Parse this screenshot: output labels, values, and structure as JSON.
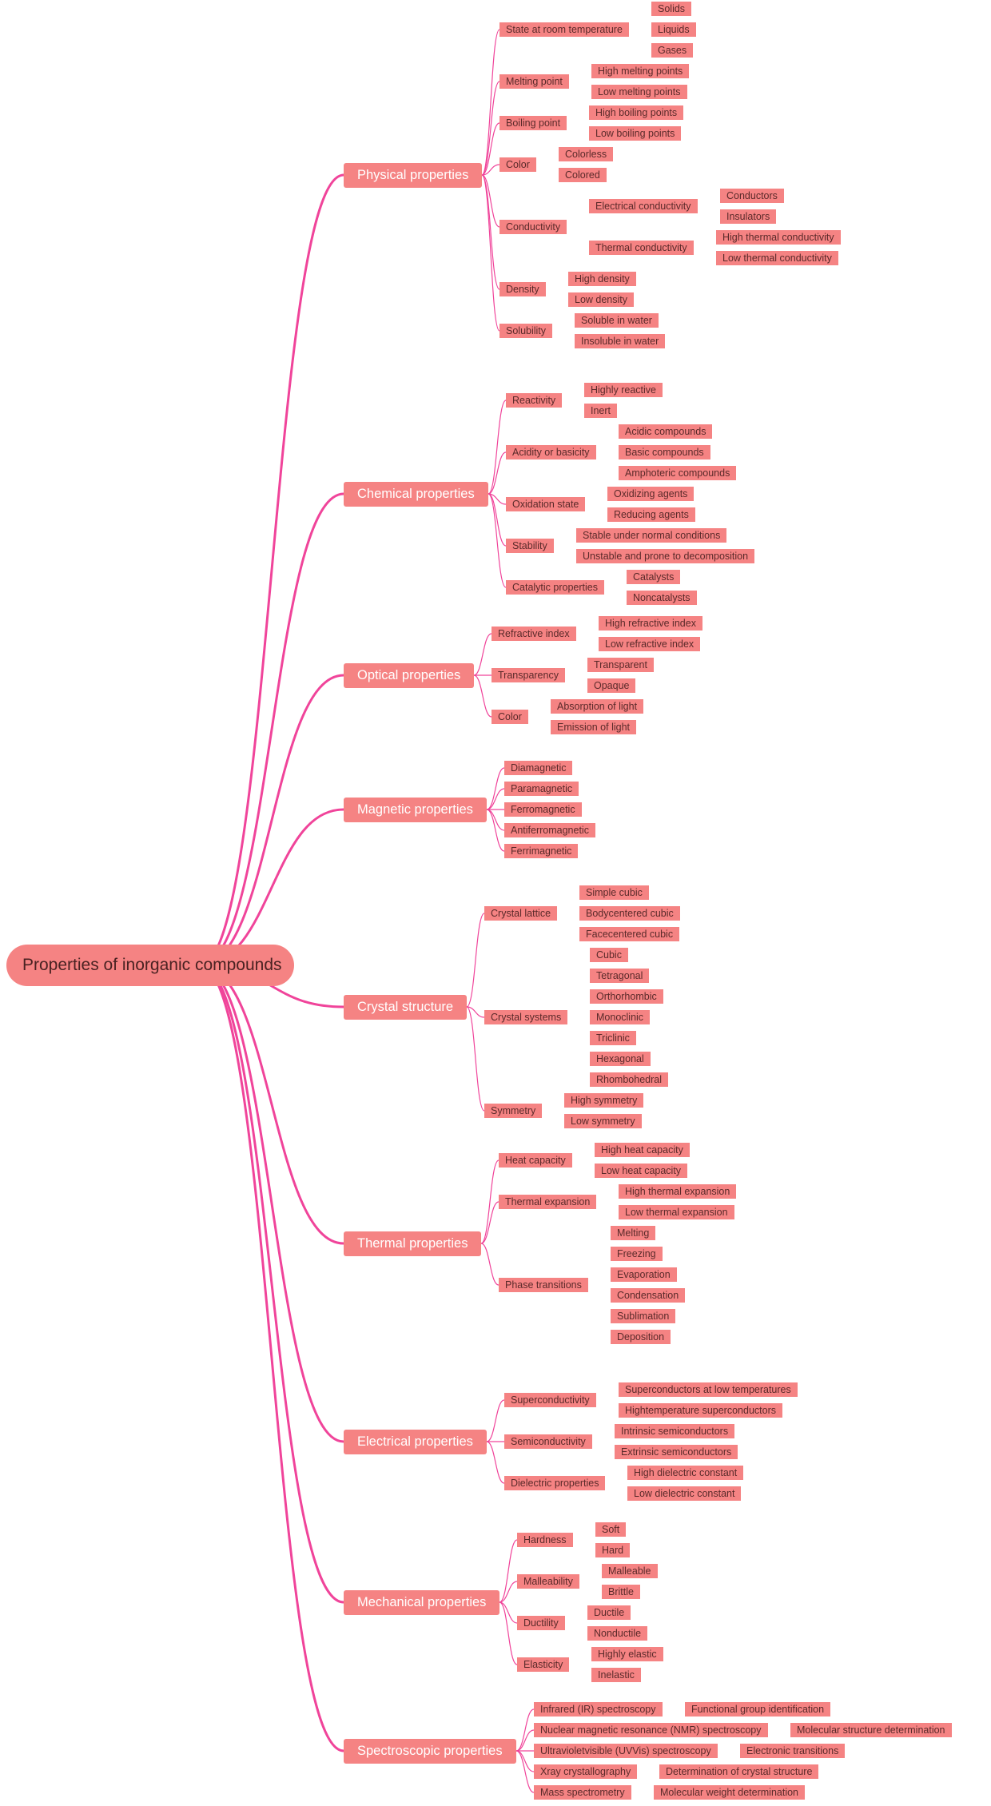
{
  "root": "Properties of inorganic compounds",
  "colors": {
    "node_fill": "#f58383",
    "branch_line": "#f0449a",
    "l2_text": "#ffffff",
    "leaf_text": "#5a2a2a"
  },
  "branches": [
    {
      "label": "Physical properties",
      "children": [
        {
          "label": "State at room temperature",
          "children": [
            {
              "label": "Solids"
            },
            {
              "label": "Liquids"
            },
            {
              "label": "Gases"
            }
          ]
        },
        {
          "label": "Melting point",
          "children": [
            {
              "label": "High melting points"
            },
            {
              "label": "Low melting points"
            }
          ]
        },
        {
          "label": "Boiling point",
          "children": [
            {
              "label": "High boiling points"
            },
            {
              "label": "Low boiling points"
            }
          ]
        },
        {
          "label": "Color",
          "children": [
            {
              "label": "Colorless"
            },
            {
              "label": "Colored"
            }
          ]
        },
        {
          "label": "Conductivity",
          "children": [
            {
              "label": "Electrical conductivity",
              "children": [
                {
                  "label": "Conductors"
                },
                {
                  "label": "Insulators"
                }
              ]
            },
            {
              "label": "Thermal conductivity",
              "children": [
                {
                  "label": "High thermal conductivity"
                },
                {
                  "label": "Low thermal conductivity"
                }
              ]
            }
          ]
        },
        {
          "label": "Density",
          "children": [
            {
              "label": "High density"
            },
            {
              "label": "Low density"
            }
          ]
        },
        {
          "label": "Solubility",
          "children": [
            {
              "label": "Soluble in water"
            },
            {
              "label": "Insoluble in water"
            }
          ]
        }
      ]
    },
    {
      "label": "Chemical properties",
      "children": [
        {
          "label": "Reactivity",
          "children": [
            {
              "label": "Highly reactive"
            },
            {
              "label": "Inert"
            }
          ]
        },
        {
          "label": "Acidity or basicity",
          "children": [
            {
              "label": "Acidic compounds"
            },
            {
              "label": "Basic compounds"
            },
            {
              "label": "Amphoteric compounds"
            }
          ]
        },
        {
          "label": "Oxidation state",
          "children": [
            {
              "label": "Oxidizing agents"
            },
            {
              "label": "Reducing agents"
            }
          ]
        },
        {
          "label": "Stability",
          "children": [
            {
              "label": "Stable under normal conditions"
            },
            {
              "label": "Unstable and prone to decomposition"
            }
          ]
        },
        {
          "label": "Catalytic properties",
          "children": [
            {
              "label": "Catalysts"
            },
            {
              "label": "Noncatalysts"
            }
          ]
        }
      ]
    },
    {
      "label": "Optical properties",
      "children": [
        {
          "label": "Refractive index",
          "children": [
            {
              "label": "High refractive index"
            },
            {
              "label": "Low refractive index"
            }
          ]
        },
        {
          "label": "Transparency",
          "children": [
            {
              "label": "Transparent"
            },
            {
              "label": "Opaque"
            }
          ]
        },
        {
          "label": "Color",
          "children": [
            {
              "label": "Absorption of light"
            },
            {
              "label": "Emission of light"
            }
          ]
        }
      ]
    },
    {
      "label": "Magnetic properties",
      "children": [
        {
          "label": "Diamagnetic"
        },
        {
          "label": "Paramagnetic"
        },
        {
          "label": "Ferromagnetic"
        },
        {
          "label": "Antiferromagnetic"
        },
        {
          "label": "Ferrimagnetic"
        }
      ]
    },
    {
      "label": "Crystal structure",
      "children": [
        {
          "label": "Crystal lattice",
          "children": [
            {
              "label": "Simple cubic"
            },
            {
              "label": "Bodycentered cubic"
            },
            {
              "label": "Facecentered cubic"
            }
          ]
        },
        {
          "label": "Crystal systems",
          "children": [
            {
              "label": "Cubic"
            },
            {
              "label": "Tetragonal"
            },
            {
              "label": "Orthorhombic"
            },
            {
              "label": "Monoclinic"
            },
            {
              "label": "Triclinic"
            },
            {
              "label": "Hexagonal"
            },
            {
              "label": "Rhombohedral"
            }
          ]
        },
        {
          "label": "Symmetry",
          "children": [
            {
              "label": "High symmetry"
            },
            {
              "label": "Low symmetry"
            }
          ]
        }
      ]
    },
    {
      "label": "Thermal properties",
      "children": [
        {
          "label": "Heat capacity",
          "children": [
            {
              "label": "High heat capacity"
            },
            {
              "label": "Low heat capacity"
            }
          ]
        },
        {
          "label": "Thermal expansion",
          "children": [
            {
              "label": "High thermal expansion"
            },
            {
              "label": "Low thermal expansion"
            }
          ]
        },
        {
          "label": "Phase transitions",
          "children": [
            {
              "label": "Melting"
            },
            {
              "label": "Freezing"
            },
            {
              "label": "Evaporation"
            },
            {
              "label": "Condensation"
            },
            {
              "label": "Sublimation"
            },
            {
              "label": "Deposition"
            }
          ]
        }
      ]
    },
    {
      "label": "Electrical properties",
      "children": [
        {
          "label": "Superconductivity",
          "children": [
            {
              "label": "Superconductors at low temperatures"
            },
            {
              "label": "Hightemperature superconductors"
            }
          ]
        },
        {
          "label": "Semiconductivity",
          "children": [
            {
              "label": "Intrinsic semiconductors"
            },
            {
              "label": "Extrinsic semiconductors"
            }
          ]
        },
        {
          "label": "Dielectric properties",
          "children": [
            {
              "label": "High dielectric constant"
            },
            {
              "label": "Low dielectric constant"
            }
          ]
        }
      ]
    },
    {
      "label": "Mechanical properties",
      "children": [
        {
          "label": "Hardness",
          "children": [
            {
              "label": "Soft"
            },
            {
              "label": "Hard"
            }
          ]
        },
        {
          "label": "Malleability",
          "children": [
            {
              "label": "Malleable"
            },
            {
              "label": "Brittle"
            }
          ]
        },
        {
          "label": "Ductility",
          "children": [
            {
              "label": "Ductile"
            },
            {
              "label": "Nonductile"
            }
          ]
        },
        {
          "label": "Elasticity",
          "children": [
            {
              "label": "Highly elastic"
            },
            {
              "label": "Inelastic"
            }
          ]
        }
      ]
    },
    {
      "label": "Spectroscopic properties",
      "children": [
        {
          "label": "Infrared (IR) spectroscopy",
          "children": [
            {
              "label": "Functional group identification"
            }
          ]
        },
        {
          "label": "Nuclear magnetic resonance (NMR) spectroscopy",
          "children": [
            {
              "label": "Molecular structure determination"
            }
          ]
        },
        {
          "label": "Ultravioletvisible (UVVis) spectroscopy",
          "children": [
            {
              "label": "Electronic transitions"
            }
          ]
        },
        {
          "label": "Xray crystallography",
          "children": [
            {
              "label": "Determination of crystal structure"
            }
          ]
        },
        {
          "label": "Mass spectrometry",
          "children": [
            {
              "label": "Molecular weight determination"
            }
          ]
        }
      ]
    }
  ]
}
